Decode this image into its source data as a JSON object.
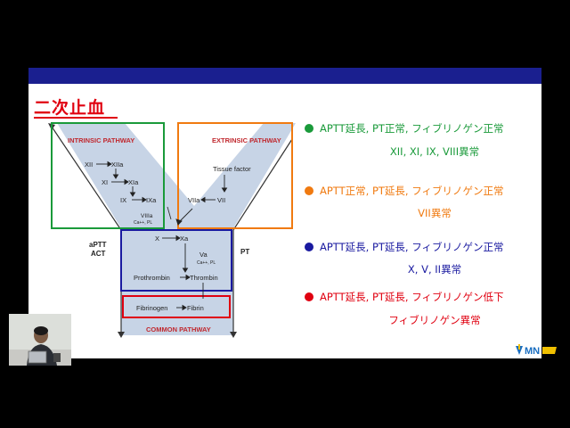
{
  "slide_title": "二次止血",
  "diagram": {
    "intrinsic_title": "INTRINSIC PATHWAY",
    "extrinsic_title": "EXTRINSIC PATHWAY",
    "common_title": "COMMON PATHWAY",
    "intrinsic_nodes": [
      "XII",
      "XIIa",
      "XI",
      "XIa",
      "IX",
      "IXa",
      "VIIIa",
      "Ca++, PL"
    ],
    "extrinsic_nodes": [
      "Tissue factor",
      "VIIa",
      "VII"
    ],
    "common_nodes": [
      "X",
      "Xa",
      "Va",
      "Ca++, PL",
      "Prothrombin",
      "Thrombin",
      "Fibrinogen",
      "Fibrin"
    ],
    "left_label_1": "aPTT",
    "left_label_2": "ACT",
    "right_label": "PT"
  },
  "findings": [
    {
      "color": "#1a9a3a",
      "line1": "APTT延長, PT正常, フィブリノゲン正常",
      "line2": "XII, XI, IX, VIII異常"
    },
    {
      "color": "#f07a10",
      "line1": "APTT正常, PT延長, フィブリノゲン正常",
      "line2": "VII異常"
    },
    {
      "color": "#1a1aa0",
      "line1": "APTT延長, PT延長, フィブリノゲン正常",
      "line2": "X, V, II異常"
    },
    {
      "color": "#e00010",
      "line1": "APTT延長, PT延長, フィブリノゲン低下",
      "line2": "フィブリノゲン異常"
    }
  ],
  "logo_text": "MN"
}
